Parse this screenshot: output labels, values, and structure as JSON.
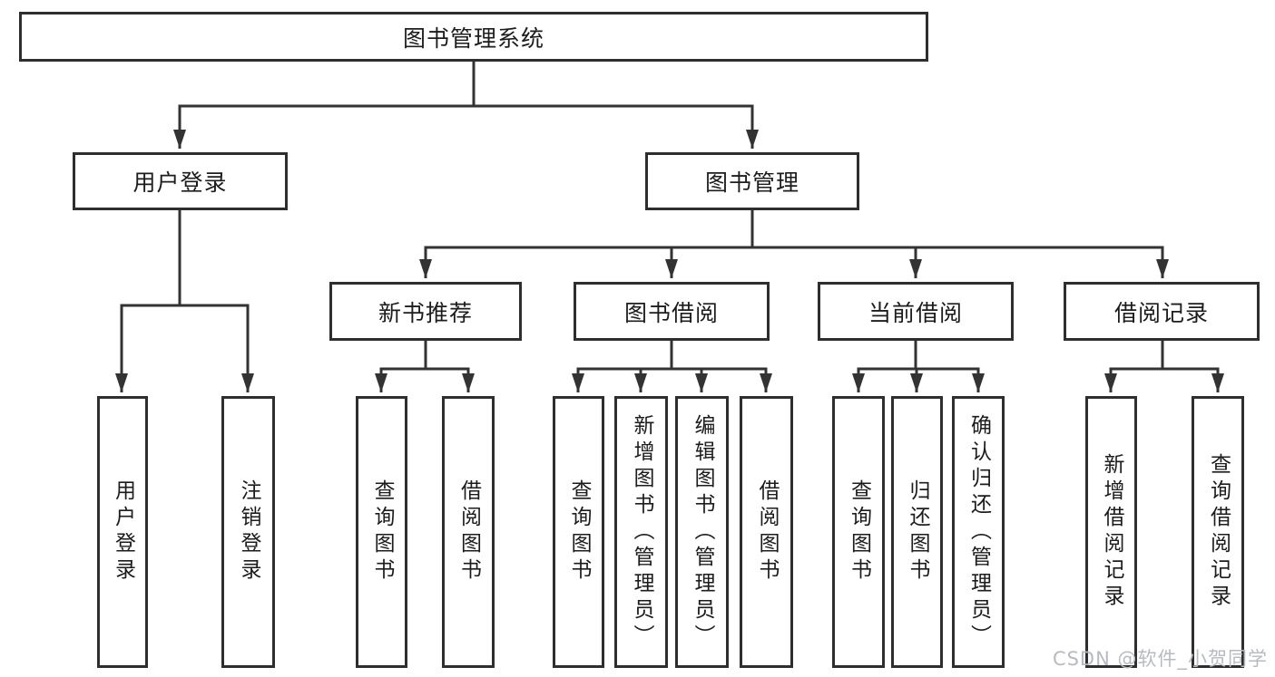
{
  "diagram": {
    "root_label": "图书管理系统",
    "user_login": {
      "label": "用户登录",
      "children": [
        "用户登录",
        "注销登录"
      ]
    },
    "book_management": {
      "label": "图书管理",
      "modules": {
        "new_book_recommend": {
          "label": "新书推荐",
          "children": [
            "查询图书",
            "借阅图书"
          ]
        },
        "book_borrowing": {
          "label": "图书借阅",
          "children": [
            "查询图书",
            "新增图书（管理员）",
            "编辑图书（管理员）",
            "借阅图书"
          ]
        },
        "current_borrowing": {
          "label": "当前借阅",
          "children": [
            "查询图书",
            "归还图书",
            "确认归还（管理员）"
          ]
        },
        "borrowing_records": {
          "label": "借阅记录",
          "children": [
            "新增借阅记录",
            "查询借阅记录"
          ]
        }
      }
    }
  },
  "watermark": {
    "text": "CSDN @软件_小贺同学"
  },
  "colors": {
    "line": "#333333",
    "box_border": "#2e2e2e",
    "box_background": "#ffffff",
    "text": "#1c1c1c",
    "watermark_text": "#b7bbc0"
  }
}
